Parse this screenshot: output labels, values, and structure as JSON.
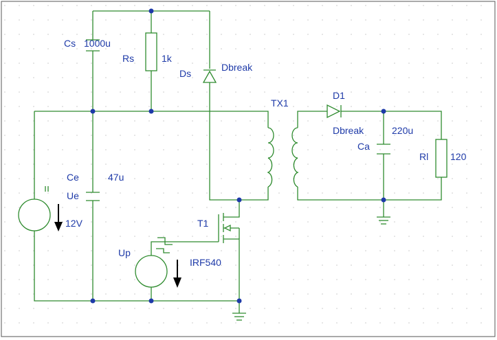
{
  "colors": {
    "wire": "#2e8b2e",
    "node": "#1e3aa8",
    "label": "#1e3aa8",
    "grid_dot": "#c8c8c8"
  },
  "labels": {
    "cs_name": "Cs",
    "cs_value": "1000u",
    "rs_name": "Rs",
    "rs_value": "1k",
    "ds_name": "Ds",
    "ds_model": "Dbreak",
    "tx1_name": "TX1",
    "d1_name": "D1",
    "d1_model": "Dbreak",
    "ca_value": "220u",
    "ca_name": "Ca",
    "rl_name": "Rl",
    "rl_value": "120",
    "ce_name": "Ce",
    "ce_value": "47u",
    "ue_name": "Ue",
    "ue_value": "12V",
    "t1_name": "T1",
    "t1_model": "IRF540",
    "up_name": "Up"
  }
}
